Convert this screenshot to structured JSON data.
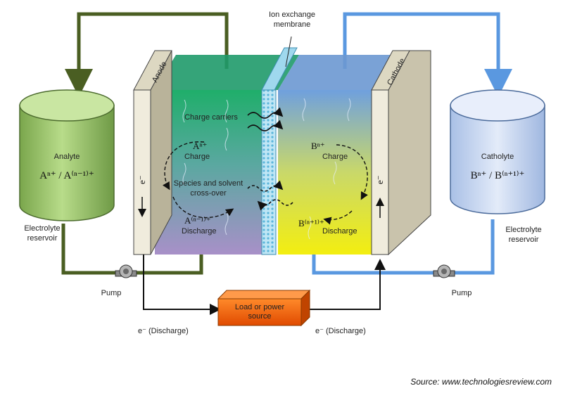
{
  "labels": {
    "membrane_line1": "Ion exchange",
    "membrane_line2": "membrane",
    "anode": "Anode",
    "cathode": "Cathode",
    "charge_carriers": "Charge carriers",
    "species_line1": "Species and solvent",
    "species_line2": "cross-over",
    "analyte": "Analyte",
    "analyte_formula": "Aⁿ⁺ / A⁽ⁿ⁻¹⁾⁺",
    "catholyte": "Catholyte",
    "catholyte_formula": "Bⁿ⁺ / B⁽ⁿ⁺¹⁾⁺",
    "electrolyte_left_1": "Electrolyte",
    "electrolyte_left_2": "reservoir",
    "electrolyte_right_1": "Electrolyte",
    "electrolyte_right_2": "reservoir",
    "pump_left": "Pump",
    "pump_right": "Pump",
    "load_line1": "Load or power",
    "load_line2": "source",
    "e_discharge_left": "e⁻ (Discharge)",
    "e_discharge_right": "e⁻ (Discharge)",
    "e_anode": "e⁻",
    "e_cathode": "e⁻",
    "a_top": "Aⁿ⁺",
    "a_top_sub": "Charge",
    "a_bottom": "A⁽ⁿ⁻¹⁾⁺",
    "a_bottom_sub": "Discharge",
    "b_top": "Bⁿ⁺",
    "b_top_sub": "Charge",
    "b_bottom": "B⁽ⁿ⁺¹⁾⁺",
    "b_bottom_sub": "Discharge",
    "source_credit": "Source: www.technologiesreview.com"
  },
  "colors": {
    "anolyte_pipe": "#4a5e22",
    "catholyte_pipe": "#5a98e0",
    "anolyte_tank": "#a8cf78",
    "catholyte_tank": "#cddcf3",
    "load_box": "#f06a10"
  }
}
